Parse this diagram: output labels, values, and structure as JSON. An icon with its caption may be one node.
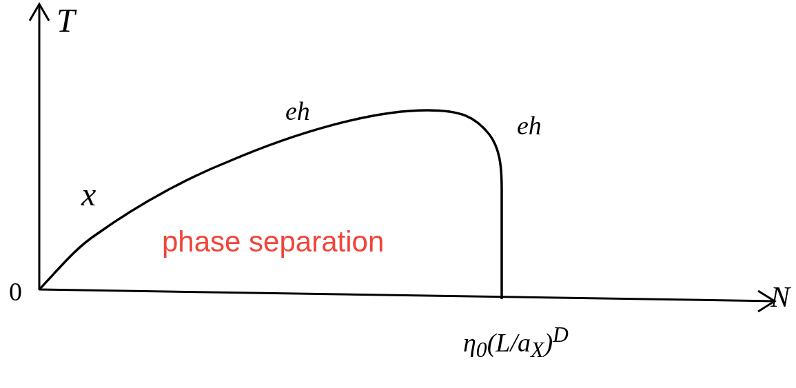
{
  "diagram": {
    "labels": [
      "T",
      "eh",
      "eh",
      "x",
      "phase separation",
      "0",
      "N",
      "η$_{0}$(L/a$_{X}$)$^{D}$"
    ]
  }
}
